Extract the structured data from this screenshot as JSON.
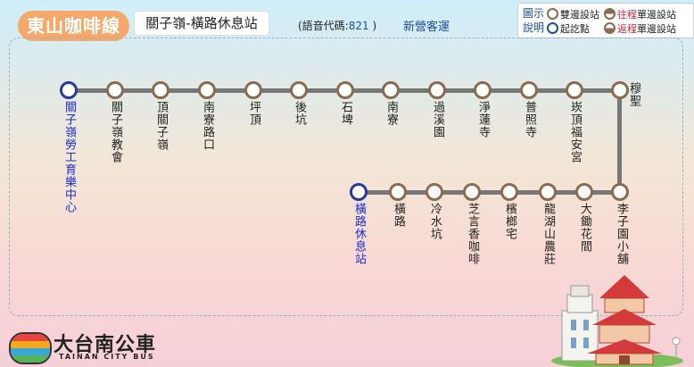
{
  "header": {
    "route_name": "東山咖啡線",
    "route_segment": "關子嶺-橫路休息站",
    "voice_code_label": "(語音代碼:",
    "voice_code": "821",
    "voice_code_close": ")",
    "operator": "新營客運"
  },
  "legend": {
    "title": "圖示說明",
    "both": "雙邊設站",
    "terminal": "起訖點",
    "outbound_prefix": "往程",
    "outbound_suffix": "單邊設站",
    "return_prefix": "返程",
    "return_suffix": "單邊設站"
  },
  "stops": [
    "關子嶺勞工育樂中心",
    "關子嶺教會",
    "頂關子嶺",
    "南寮路口",
    "坪頂",
    "後坑",
    "石埤",
    "南寮",
    "過溪園",
    "淨蓮寺",
    "普照寺",
    "崁頂福安宮",
    "穆聖",
    "李子園小舖",
    "大鋤花間",
    "龍湖山農莊",
    "檳榔宅",
    "芝言香咖啡",
    "冷水坑",
    "橫路",
    "橫路休息站"
  ],
  "brand": {
    "name": "大台南公車",
    "subtitle": "TAINAN CITY BUS"
  },
  "colors": {
    "stop_ring": "#8a6b4f",
    "terminal_ring": "#2a3a9a",
    "terminal_label": "#1a2ed0",
    "route_line": "#777777",
    "badge": "#f5a86a"
  }
}
